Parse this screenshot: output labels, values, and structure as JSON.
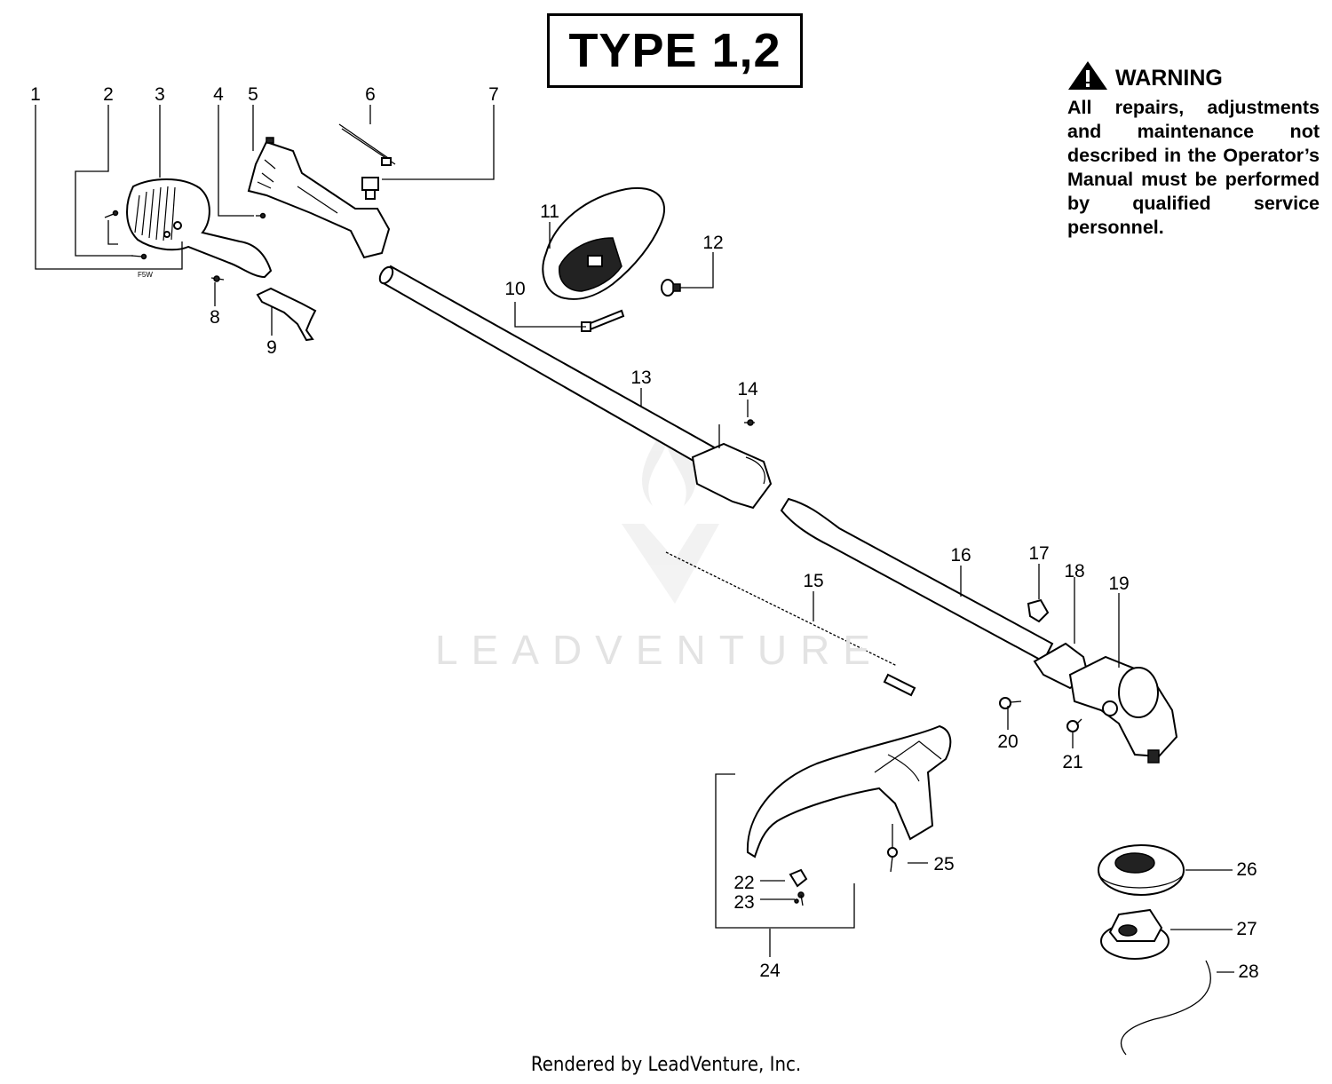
{
  "title": "TYPE 1,2",
  "warning": {
    "icon": "warning-triangle-icon",
    "heading": "WARNING",
    "text": "All repairs, adjustments and maintenance not described in the Operator’s Manual must be performed by qualified service personnel."
  },
  "watermark": {
    "text": "LEADVENTURE"
  },
  "footer": "Rendered by LeadVenture, Inc.",
  "callouts": {
    "c1": "1",
    "c2": "2",
    "c3": "3",
    "c4": "4",
    "c5": "5",
    "c6": "6",
    "c7": "7",
    "c8": "8",
    "c9": "9",
    "c10": "10",
    "c11": "11",
    "c12": "12",
    "c13": "13",
    "c14": "14",
    "c15": "15",
    "c16": "16",
    "c17": "17",
    "c18": "18",
    "c19": "19",
    "c20": "20",
    "c21": "21",
    "c22": "22",
    "c23": "23",
    "c24": "24",
    "c25": "25",
    "c26": "26",
    "c27": "27",
    "c28": "28"
  }
}
